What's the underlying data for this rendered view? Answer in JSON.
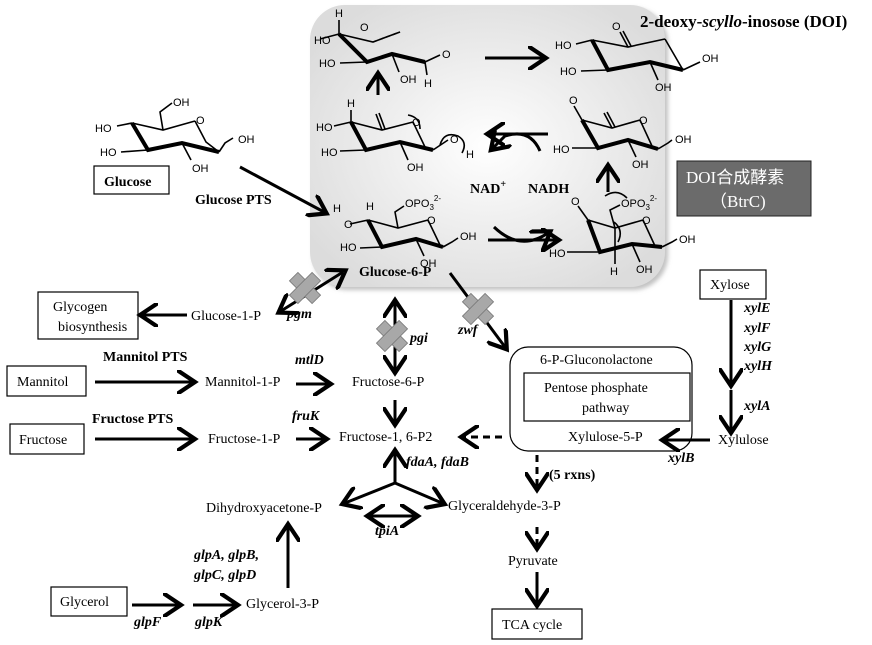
{
  "title": {
    "prefix": "2-deoxy-",
    "italic": "scyllo",
    "suffix": "-inosose (DOI)"
  },
  "enzyme_box": {
    "line1": "DOI合成酵素",
    "line2": "（BtrC)",
    "color": "#6b6b6b"
  },
  "cofactors": {
    "nad": "NAD",
    "nad_sup": "+",
    "nadh": "NADH"
  },
  "molecules": {
    "glucose_label": "Glucose",
    "glucose6p": "Glucose-6-P",
    "labels": {
      "ho": "HO",
      "oh": "OH",
      "h": "H",
      "o": "O",
      "opo3": "OPO",
      "opo3_sub": "3",
      "opo3_sup": "2-"
    }
  },
  "transporters": {
    "glucose_pts": "Glucose PTS",
    "mannitol_pts": "Mannitol PTS",
    "fructose_pts": "Fructose PTS"
  },
  "boxes": {
    "glycogen_line1": "Glycogen",
    "glycogen_line2": "biosynthesis",
    "mannitol": "Mannitol",
    "fructose": "Fructose",
    "glycerol": "Glycerol",
    "xylose": "Xylose",
    "tca": "TCA cycle",
    "ppp_line1": "Pentose   phosphate",
    "ppp_line2": "pathway"
  },
  "metabolites": {
    "glucose1p": "Glucose-1-P",
    "mannitol1p": "Mannitol-1-P",
    "fructose6p": "Fructose-6-P",
    "fructose1p": "Fructose-1-P",
    "fructose16p2": "Fructose-1, 6-P2",
    "dhap": "Dihydroxyacetone-P",
    "gap": "Glyceraldehyde-3-P",
    "pyruvate": "Pyruvate",
    "glycerol3p": "Glycerol-3-P",
    "gluconolactone": "6-P-Gluconolactone",
    "xylulose5p": "Xylulose-5-P",
    "xylulose": "Xylulose"
  },
  "genes": {
    "pgm": "pgm",
    "pgi": "pgi",
    "zwf": "zwf",
    "mtlD": "mtlD",
    "fruK": "fruK",
    "fda": "fdaA, fdaB",
    "tpiA": "tpiA",
    "glp1": "glpA, glpB,",
    "glp2": "glpC, glpD",
    "glpF": "glpF",
    "glpK": "glpK",
    "xylE": "xylE",
    "xylF": "xylF",
    "xylG": "xylG",
    "xylH": "xylH",
    "xylA": "xylA",
    "xylB": "xylB",
    "rxns": "(5 rxns)"
  },
  "blocked_genes": [
    "pgm",
    "pgi",
    "zwf"
  ],
  "colors": {
    "knockout_cross": "#a8a8a8",
    "shaded_panel": "#ececec"
  }
}
